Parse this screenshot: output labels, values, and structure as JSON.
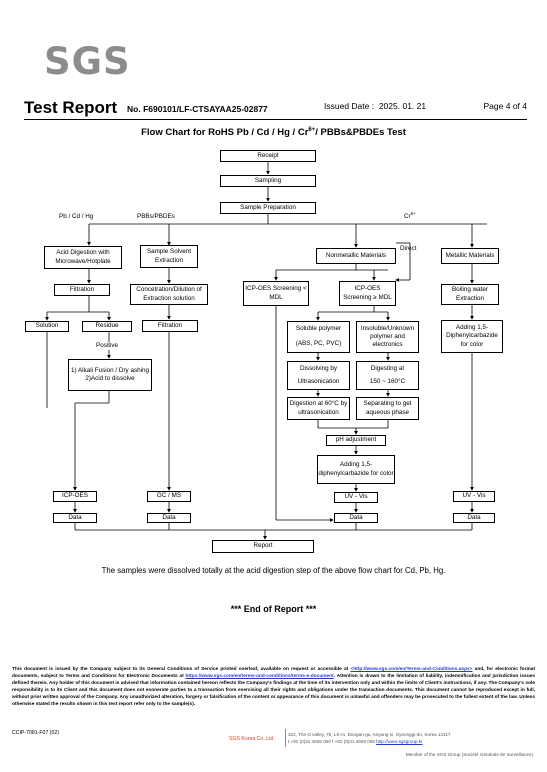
{
  "header": {
    "logo": "SGS",
    "report_title": "Test Report",
    "report_no_label": "No.",
    "report_no": "F690101/LF-CTSAYAA25-02877",
    "issued_label": "Issued Date :",
    "issued_date": "2025. 01. 21",
    "page": "Page 4 of 4"
  },
  "flowchart": {
    "title_pre": "Flow Chart for RoHS Pb / Cd / Hg / Cr",
    "title_sup": "6+",
    "title_post": "/ PBBs&PBDEs Test",
    "receipt": "Receipt",
    "sampling": "Sampling",
    "sample_preparation": "Sample Preparation",
    "branch_pb": "Pb / Cd / Hg",
    "branch_pbb": "PBBs/PBDEs",
    "branch_cr": "Cr",
    "branch_cr_sup": "6+",
    "acid_digestion": "Acid Digestion with Microwave/Hotplate",
    "filtration": "Filtration",
    "solution": "Solution",
    "residue": "Residue",
    "positive": "Positive",
    "alkali_1": "1) Alkali Fusion / Dry ashing",
    "alkali_2": "2)Acid to dissolve",
    "icp_oes": "ICP-OES",
    "data": "Data",
    "sample_solvent": "Sample Solvent Extraction",
    "concentration": "Concetration/Dilution of Extraction solution",
    "filtration2": "Filtration",
    "gcms": "GC / MS",
    "nonmetallic": "Nonmetallic Materials",
    "direct": "Direct",
    "icp_screen_lt": "ICP-OES Screening < MDL",
    "icp_screen_ge": "ICP-OES Screening ≥ MDL",
    "soluble_polymer": "Soluble polymer",
    "soluble_polymer_types": "(ABS, PC, PVC)",
    "insoluble": "Insoluble/Unknown polymer and electronics",
    "dissolving": "Dissolving by",
    "ultrasonication": "Ultrasonication",
    "digesting_at": "Digesting at",
    "digest_temp": "150 ~ 160°C",
    "digestion_60": "Digestion at 60°C by ultrasonication",
    "separating": "Separating to get aqueous phase",
    "ph_adjust": "pH adjustment",
    "adding_dpc": "Adding 1,5-diphenylcarbazide for color",
    "uv_vis": "UV - Vis",
    "metallic": "Metallic Materials",
    "boiling": "Boiling water Extraction",
    "adding_dpc2": "Adding 1,5-Diphenylcarbazide for color",
    "uv_vis2": "UV - Vis",
    "report": "Report"
  },
  "note": "The samples were dissolved totally at the acid digestion step of the above flow chart for Cd, Pb, Hg.",
  "end_of_report": "*** End of Report ***",
  "footer": {
    "disclaimer_1": "This document is issued by the Company subject to its General Conditions of Service printed overleaf, available on request or accessible at",
    "link_1": "<http://www.sgs.com/en/Terms-and-Conditions.aspx>",
    "disclaimer_2": "and, for electronic format documents, subject to Terms and Conditions for Electronic Documents at",
    "link_2": "https://www.sgs.com/en/terms-and-conditions/terms-e-document",
    "disclaimer_3": ". Attention is drawn to the limitation of liability, indemnification and jurisdiction issues defined therein. Any holder of this document is advised that information contained hereon reflects the Company's findings at the time of its intervention only and within the limits of Client's instructions, if any. The Company's sole responsibility is to its Client and this document does not exonerate parties to a transaction from exercising all their rights and obligations under the transaction documents. This document cannot be reproduced except in full, without prior written approval of the Company. Any unauthorized alteration, forgery or falsification of the content or appearance of this document is unlawful and offenders may be prosecuted to the fullest extent of the law. Unless otherwise stated the results shown in this test report refer only to the sample(s).",
    "form_no": "CCIP-7081-F07 (02)",
    "company": "SGS Korea Co.,Ltd.",
    "address": "322, The O valley, 76, LS-ro, Dongan-gu, Anyang-si, Gyeonggi-do, Korea 14117",
    "phone": "t +82 (0)31 4608 000  f +82 (0)31 4608 059",
    "website": "http://www.sgsgroup.kr",
    "member": "Member of the SGS Group (Société Générale de Surveillance)"
  }
}
